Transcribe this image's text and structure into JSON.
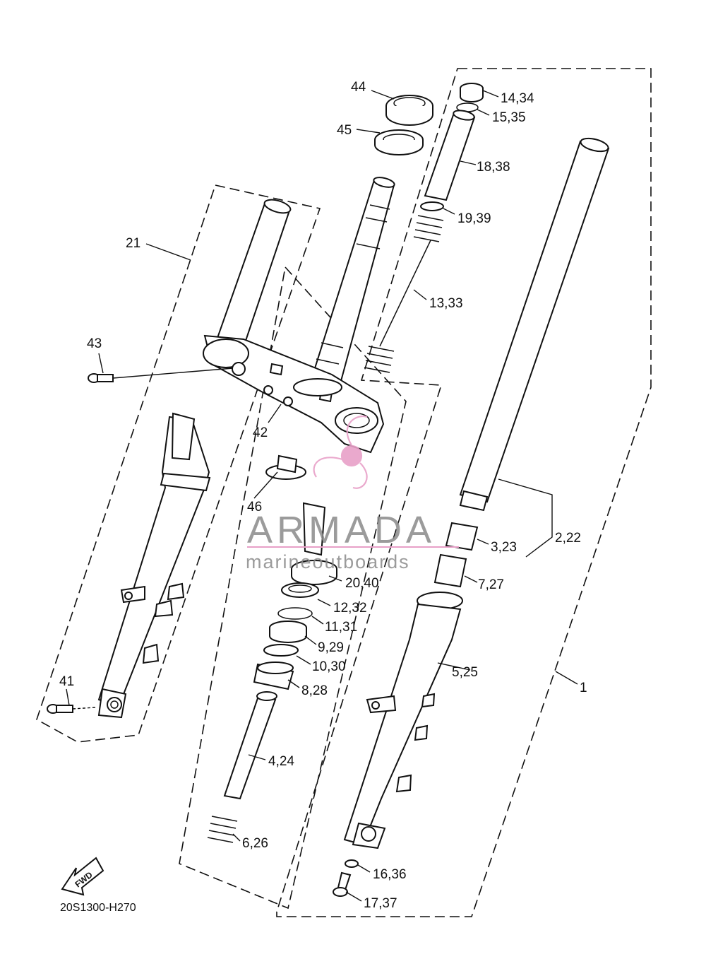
{
  "diagram_code": "20S1300-H270",
  "fwd_label": "FWD",
  "watermark": {
    "brand": "ARMADA",
    "tagline": "marineoutboards",
    "logo_color": "#e8a0c8",
    "text_color": "#8a8a8a"
  },
  "callouts": {
    "c44": "44",
    "c45": "45",
    "c14_34": "14,34",
    "c15_35": "15,35",
    "c18_38": "18,38",
    "c19_39": "19,39",
    "c13_33": "13,33",
    "c21": "21",
    "c43": "43",
    "c42": "42",
    "c46": "46",
    "c2_22": "2,22",
    "c3_23": "3,23",
    "c7_27": "7,27",
    "c20_40": "20,40",
    "c12_32": "12,32",
    "c11_31": "11,31",
    "c9_29": "9,29",
    "c10_30": "10,30",
    "c8_28": "8,28",
    "c5_25": "5,25",
    "c1": "1",
    "c41": "41",
    "c4_24": "4,24",
    "c6_26": "6,26",
    "c16_36": "16,36",
    "c17_37": "17,37"
  }
}
